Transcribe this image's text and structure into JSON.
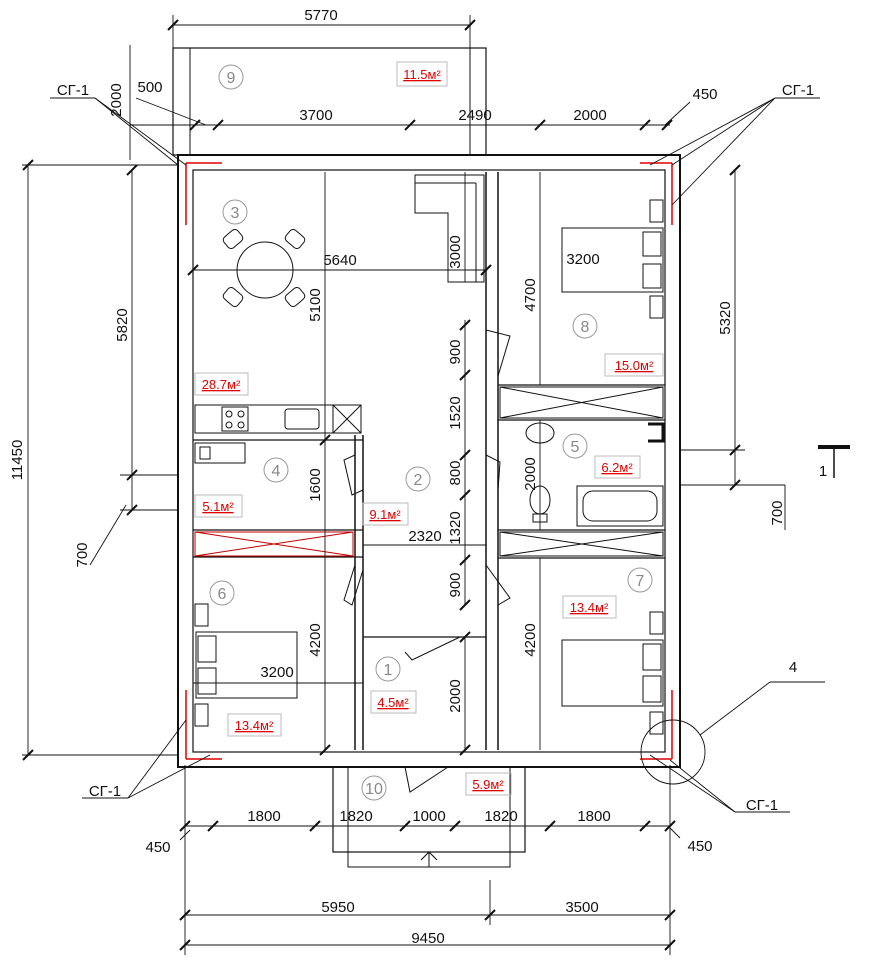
{
  "plan": {
    "section_mark": {
      "number": "1"
    },
    "rooms": [
      {
        "id": "r1",
        "number": "1",
        "area": "4.5м²"
      },
      {
        "id": "r2",
        "number": "2",
        "area": "9.1м²"
      },
      {
        "id": "r3",
        "number": "3",
        "area": "28.7м²"
      },
      {
        "id": "r4",
        "number": "4",
        "area": "5.1м²"
      },
      {
        "id": "r5",
        "number": "5",
        "area": "6.2м²"
      },
      {
        "id": "r6",
        "number": "6",
        "area": "13.4м²"
      },
      {
        "id": "r7",
        "number": "7",
        "area": "13.4м²"
      },
      {
        "id": "r8",
        "number": "8",
        "area": "15.0м²"
      },
      {
        "id": "r9",
        "number": "9",
        "area": "11.5м²"
      },
      {
        "id": "r10",
        "number": "10",
        "area": "5.9м²"
      }
    ],
    "dimensions": {
      "d5770": "5770",
      "d500": "500",
      "d2000a": "2000",
      "d3700": "3700",
      "d2490": "2490",
      "d2000b": "2000",
      "d450a": "450",
      "d5640": "5640",
      "d3000": "3000",
      "d3200a": "3200",
      "d4700": "4700",
      "d5100": "5100",
      "d5820": "5820",
      "d5320": "5320",
      "d900a": "900",
      "d1520": "1520",
      "d800": "800",
      "d2000c": "2000",
      "d700a": "700",
      "d700b": "700",
      "d11450": "11450",
      "d1600": "1600",
      "d2320": "2320",
      "d1320": "1320",
      "d900b": "900",
      "d4200a": "4200",
      "d4200b": "4200",
      "d3200b": "3200",
      "d2000d": "2000",
      "d1800a": "1800",
      "d1820a": "1820",
      "d1000": "1000",
      "d1820b": "1820",
      "d1800b": "1800",
      "d450b": "450",
      "d450c": "450",
      "d5950": "5950",
      "d3500": "3500",
      "d9450": "9450"
    },
    "labels": {
      "sg1_top_left": "СГ-1",
      "sg1_top_right": "СГ-1",
      "sg1_bottom_left": "СГ-1",
      "sg1_bottom_right": "СГ-1",
      "node4": "4"
    }
  }
}
